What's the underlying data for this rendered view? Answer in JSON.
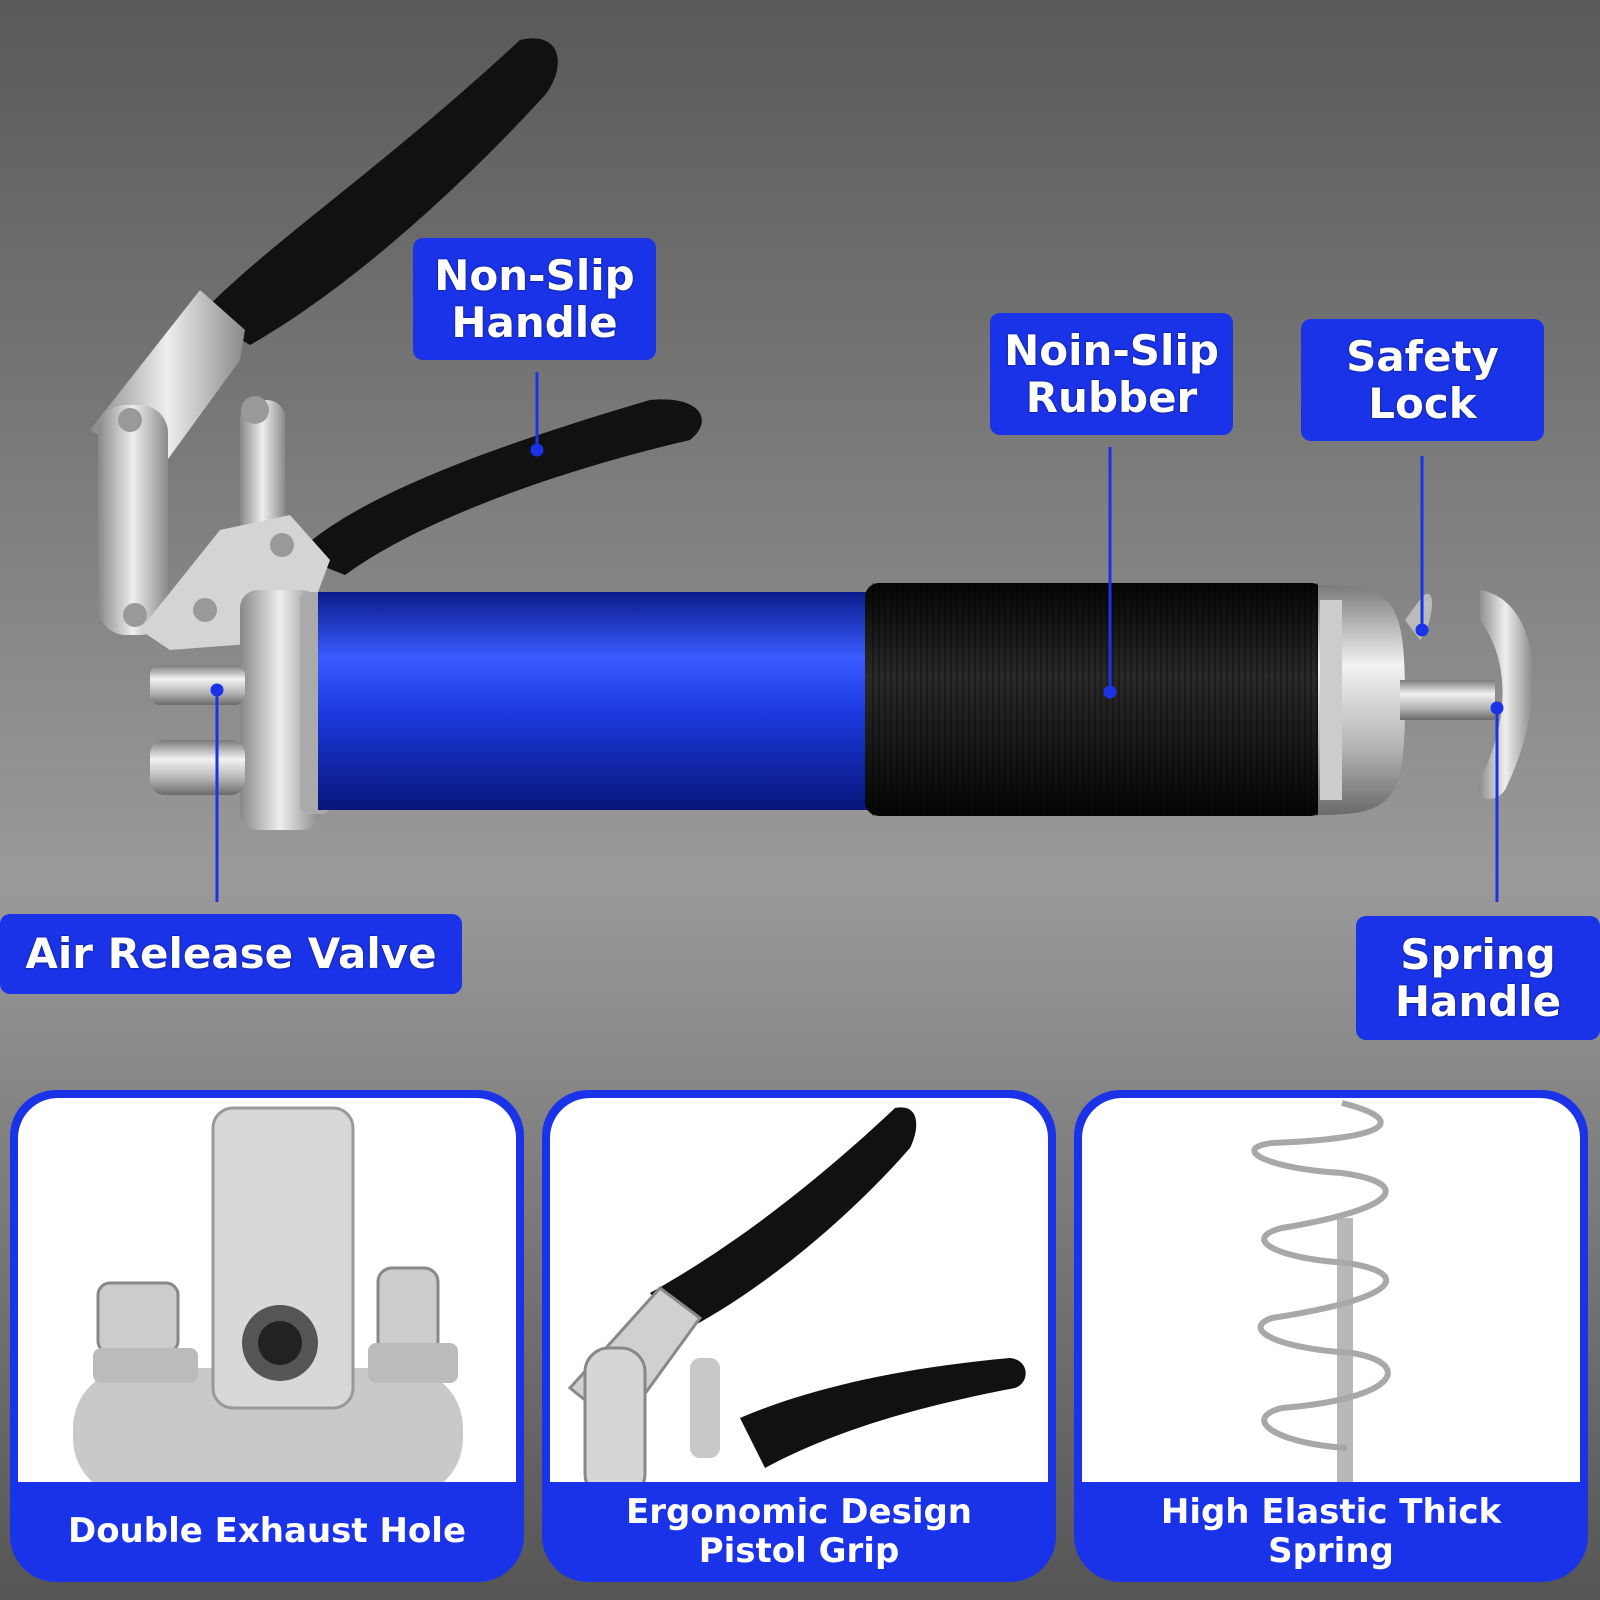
{
  "callouts": {
    "non_slip_handle": [
      "Non-Slip",
      "Handle"
    ],
    "noin_slip_rubber": [
      "Noin-Slip",
      "Rubber"
    ],
    "safety_lock": [
      "Safety",
      "Lock"
    ],
    "air_release_valve": "Air Release Valve",
    "spring_handle": [
      "Spring",
      "Handle"
    ]
  },
  "features": [
    {
      "caption": [
        "Double Exhaust Hole"
      ],
      "image": "nozzle-closeup"
    },
    {
      "caption": [
        "Ergonomic Design",
        "Pistol Grip"
      ],
      "image": "lever-closeup"
    },
    {
      "caption": [
        "High Elastic Thick",
        "Spring"
      ],
      "image": "spring-closeup"
    }
  ],
  "colors": {
    "accent": "#1a33e8",
    "barrel": "#1c3ae0",
    "rubber": "#111111",
    "metal": "#c8c8c8",
    "background": "#5a5a5a"
  }
}
